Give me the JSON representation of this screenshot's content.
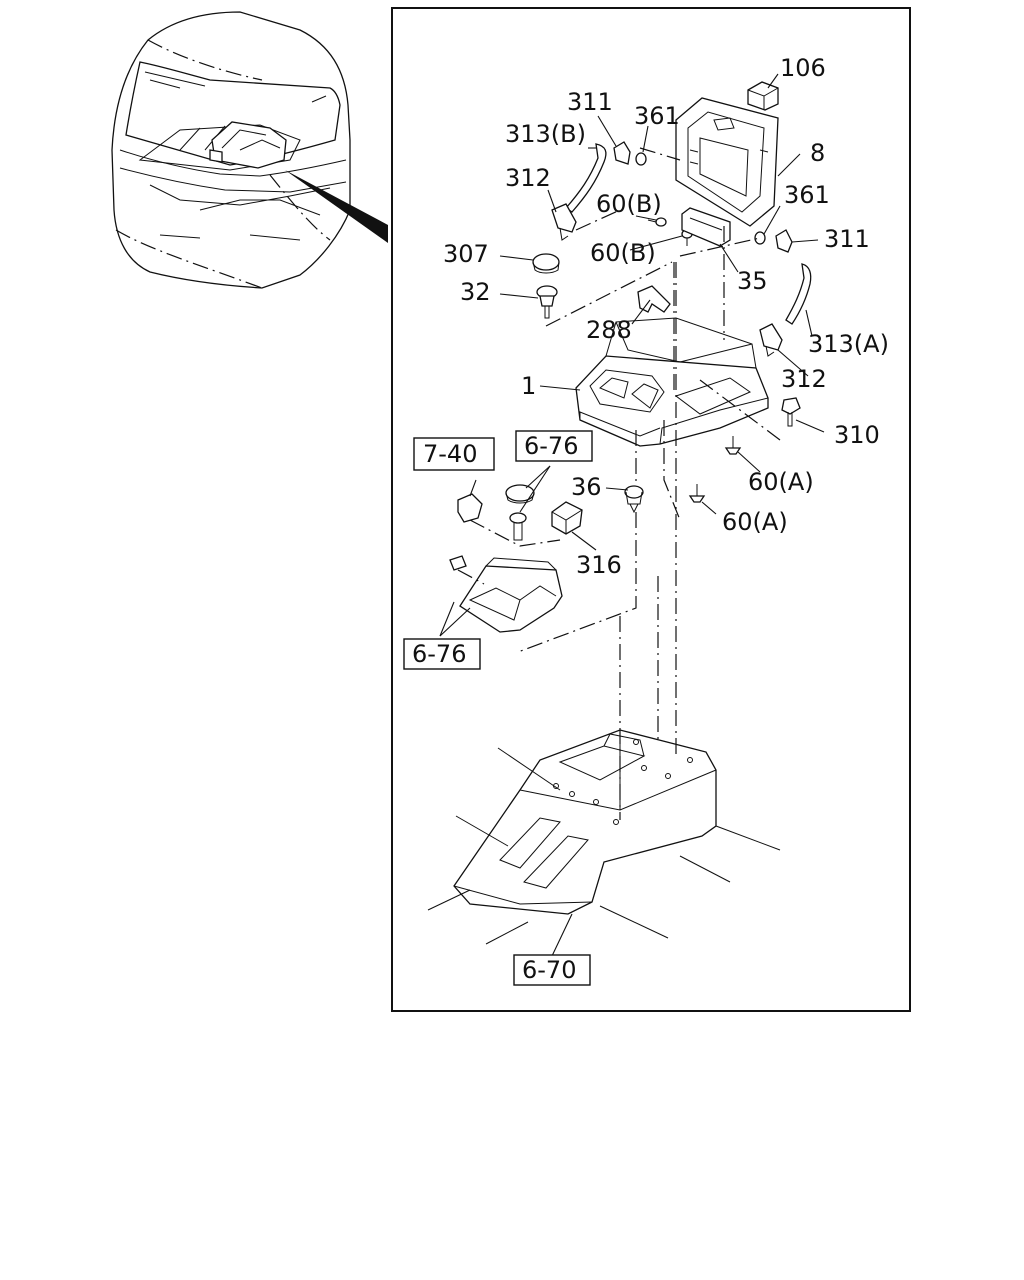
{
  "labels": {
    "p106": "106",
    "p311_top": "311",
    "p361_top": "361",
    "p313b": "313(B)",
    "p8": "8",
    "p312_top": "312",
    "p60b_1": "60(B)",
    "p361_right": "361",
    "p311_right": "311",
    "p307": "307",
    "p60b_2": "60(B)",
    "p35": "35",
    "p32": "32",
    "p288": "288",
    "p313a": "313(A)",
    "p1": "1",
    "p312_right": "312",
    "p310": "310",
    "p36": "36",
    "p60a_1": "60(A)",
    "p60a_2": "60(A)",
    "p316": "316"
  },
  "refs": {
    "r740": "7-40",
    "r676_top": "6-76",
    "r676_bottom": "6-76",
    "r670": "6-70"
  }
}
